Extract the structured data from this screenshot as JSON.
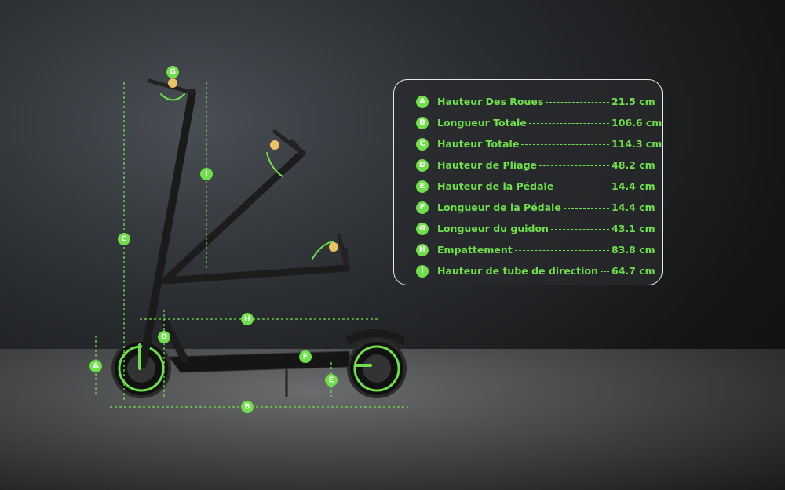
{
  "specs": [
    {
      "letter": "A",
      "name": "Hauteur Des Roues",
      "value": "21.5 cm"
    },
    {
      "letter": "B",
      "name": "Longueur Totale",
      "value": "106.6 cm"
    },
    {
      "letter": "C",
      "name": "Hauteur Totale",
      "value": "114.3 cm"
    },
    {
      "letter": "D",
      "name": "Hauteur de Pliage",
      "value": "48.2 cm"
    },
    {
      "letter": "E",
      "name": "Hauteur de la Pédale",
      "value": "14.4 cm"
    },
    {
      "letter": "F",
      "name": "Longueur de la Pédale",
      "value": "14.4 cm"
    },
    {
      "letter": "G",
      "name": "Longueur du guidon",
      "value": "43.1 cm"
    },
    {
      "letter": "H",
      "name": "Empattement",
      "value": "83.8 cm"
    },
    {
      "letter": "I",
      "name": "Hauteur de tube de direction",
      "value": "64.7 cm"
    }
  ],
  "colors": {
    "accent": "#6fe04a",
    "panel_border": "#e8e8e8"
  }
}
